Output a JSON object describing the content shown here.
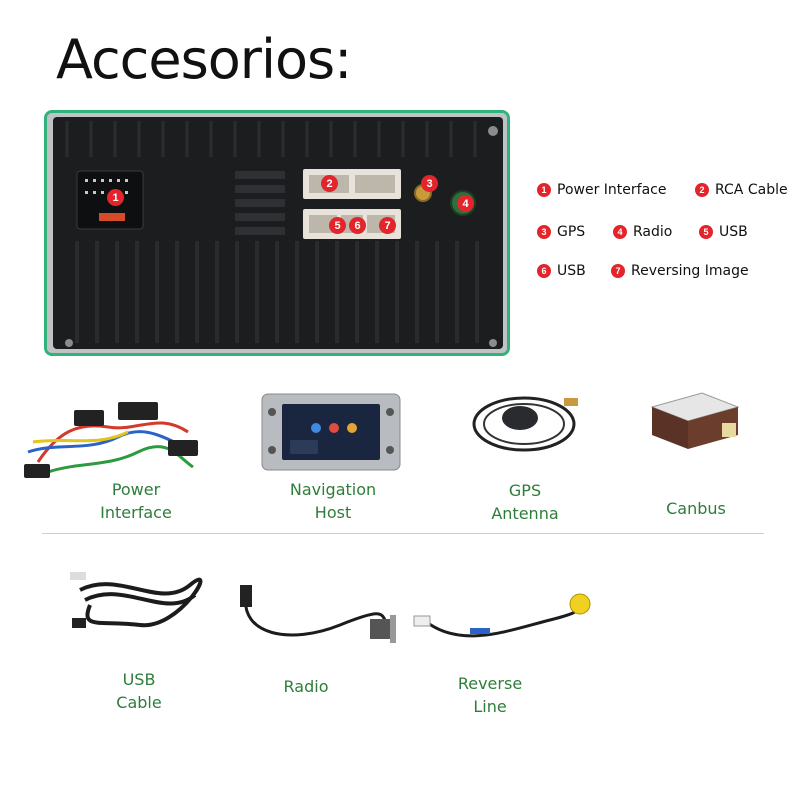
{
  "title": "Accesorios:",
  "panel": {
    "markers": [
      "1",
      "2",
      "3",
      "4",
      "5",
      "6",
      "7"
    ]
  },
  "legend": [
    {
      "num": "1",
      "label": "Power Interface"
    },
    {
      "num": "2",
      "label": "RCA Cable"
    },
    {
      "num": "3",
      "label": "GPS"
    },
    {
      "num": "4",
      "label": "Radio"
    },
    {
      "num": "5",
      "label": "USB"
    },
    {
      "num": "6",
      "label": "USB"
    },
    {
      "num": "7",
      "label": "Reversing Image"
    }
  ],
  "accessories": {
    "power_interface": "Power\nInterface",
    "navigation_host": "Navigation\nHost",
    "gps_antenna": "GPS\nAntenna",
    "canbus": "Canbus",
    "usb_cable": "USB\nCable",
    "radio": "Radio",
    "reverse_line": "Reverse\nLine"
  },
  "colors": {
    "marker": "#e3242b",
    "label_green": "#2e7d3a",
    "panel_border": "#2fb37a"
  }
}
